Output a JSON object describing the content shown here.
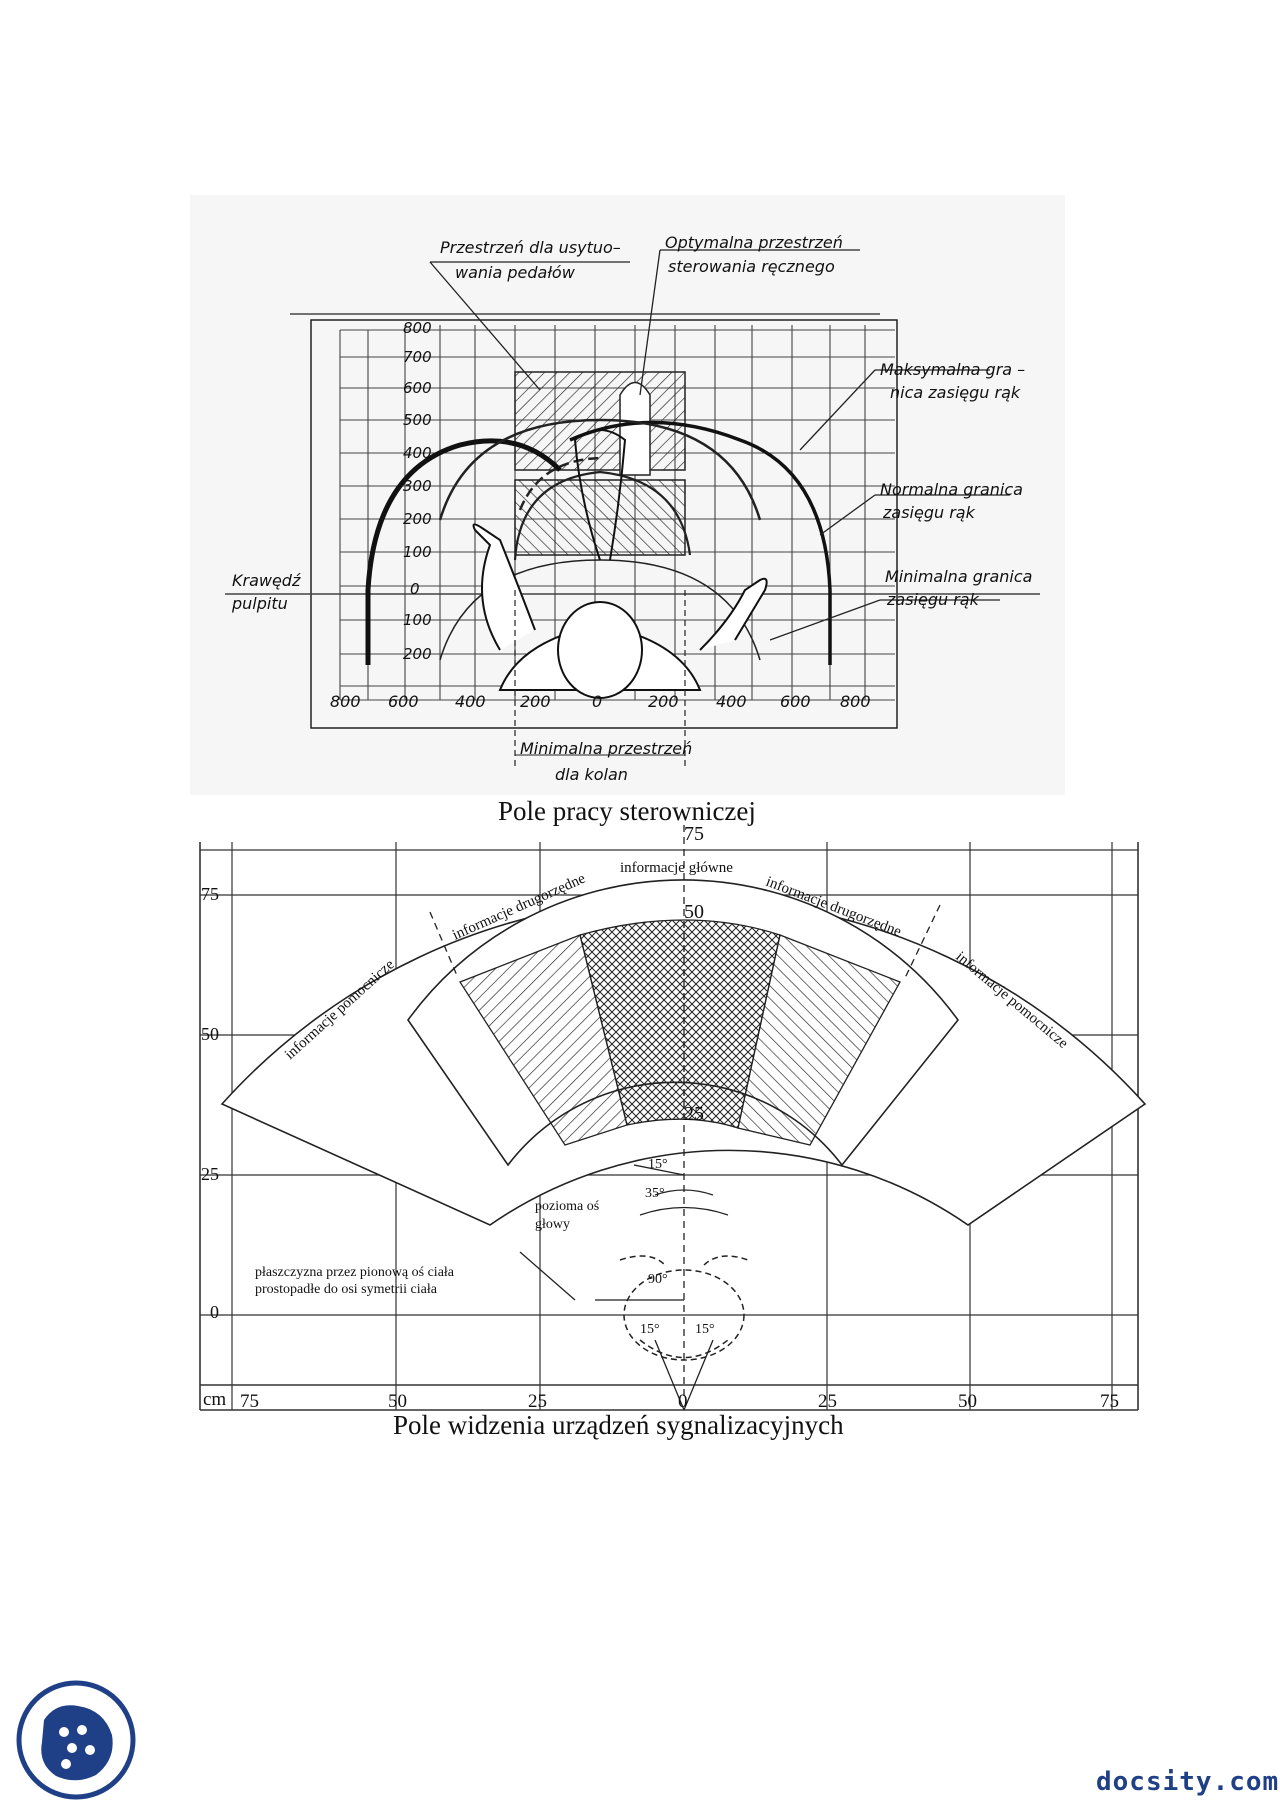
{
  "figure1": {
    "caption": "Pole pracy sterowniczej",
    "labels": {
      "pedals": [
        "Przestrzeń dla usytuo–",
        "wania pedałów"
      ],
      "optimal": [
        "Optymalna przestrzeń",
        "sterowania ręcznego"
      ],
      "max_reach": [
        "Maksymalna gra –",
        "nica zasięgu rąk"
      ],
      "normal_reach": [
        "Normalna granica",
        "zasięgu rąk"
      ],
      "min_reach": [
        "Minimalna granica",
        "zasięgu rąk"
      ],
      "desk_edge": [
        "Krawędź",
        "pulpitu"
      ],
      "knees": [
        "Minimalna przestrzeń",
        "dla kolan"
      ]
    },
    "y_ticks": [
      "800",
      "700",
      "600",
      "500",
      "400",
      "300",
      "200",
      "100",
      "0",
      "100",
      "200"
    ],
    "x_ticks": [
      "800",
      "600",
      "400",
      "200",
      "0",
      "200",
      "400",
      "600",
      "800"
    ]
  },
  "figure2": {
    "caption": "Pole widzenia urządzeń sygnalizacyjnych",
    "zones": {
      "main": "informacje główne",
      "secondary_left": "informacje drugorzędne",
      "secondary_right": "informacje drugorzędne",
      "auxiliary_left": "informacje pomocnicze",
      "auxiliary_right": "informacje pomocnicze"
    },
    "radii_labels": [
      "75",
      "50",
      "25"
    ],
    "angles": [
      "15°",
      "35°",
      "90°",
      "15°",
      "15°"
    ],
    "head_axis": [
      "pozioma oś",
      "głowy"
    ],
    "body_plane": [
      "płaszczyzna przez pionową oś ciała",
      "prostopadłe do osi symetrii ciała"
    ],
    "y_ticks": [
      "75",
      "50",
      "25",
      "0"
    ],
    "x_unit": "cm",
    "x_ticks": [
      "75",
      "50",
      "25",
      "0",
      "25",
      "50",
      "75"
    ]
  },
  "footer": {
    "brand": "docsity.com"
  }
}
